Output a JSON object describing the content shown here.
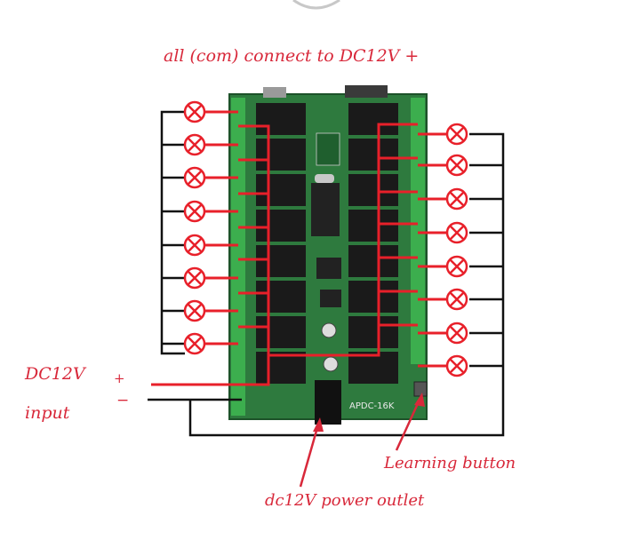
{
  "labels": {
    "top_note": "all (com) connect to DC12V +",
    "dc12v": "DC12V",
    "input": "input",
    "plus": "+",
    "minus": "−",
    "learning_button": "Learning button",
    "power_outlet": "dc12V power outlet",
    "board_model": "APDC-16K"
  },
  "colors": {
    "wire_red": "#e8202a",
    "wire_black": "#111111",
    "pcb_green": "#2e7a3e",
    "relay_black": "#1a1a1a",
    "terminal_green": "#3cae4e",
    "label_red": "#d8283a"
  },
  "relay_count": 16,
  "lamp_icons": "lamp-icon"
}
